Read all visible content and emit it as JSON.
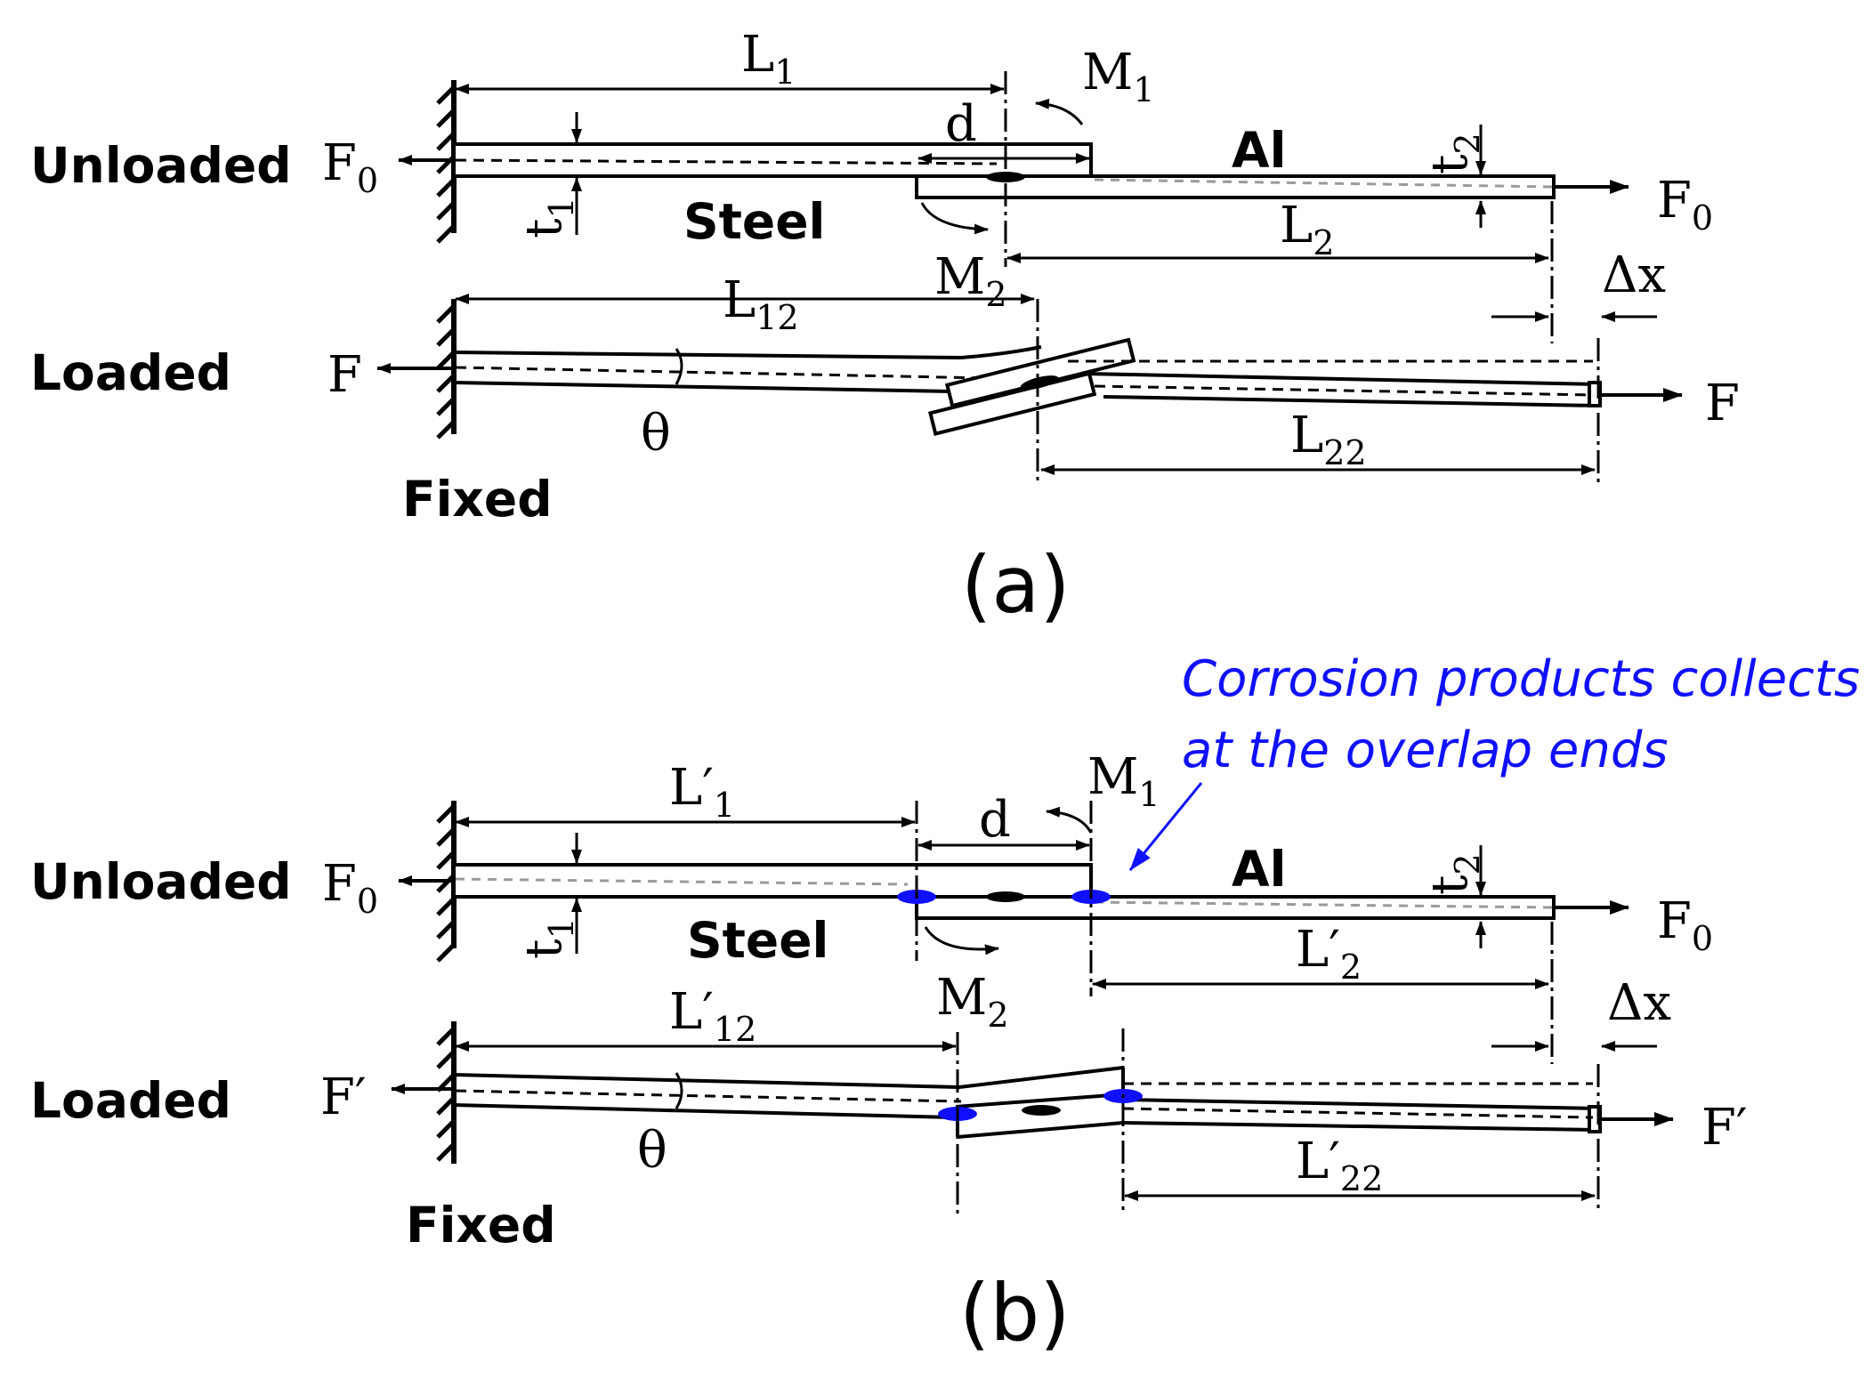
{
  "panel_a": {
    "caption": "(a)",
    "row_labels": {
      "unloaded": "Unloaded",
      "loaded": "Loaded",
      "fixed": "Fixed"
    },
    "materials": {
      "steel": "Steel",
      "al": "Al"
    },
    "symbols": {
      "L1": {
        "main": "L",
        "sub": "1"
      },
      "d": "d",
      "M1": {
        "main": "M",
        "sub": "1"
      },
      "M2": {
        "main": "M",
        "sub": "2"
      },
      "t1": {
        "main": "t",
        "sub": "1"
      },
      "t2": {
        "main": "t",
        "sub": "2"
      },
      "L2": {
        "main": "L",
        "sub": "2"
      },
      "L12": {
        "main": "L",
        "sub": "12"
      },
      "L22": {
        "main": "L",
        "sub": "22"
      },
      "F0_left": {
        "main": "F",
        "sub": "0"
      },
      "F0_right": {
        "main": "F",
        "sub": "0"
      },
      "F_left": "F",
      "F_right": "F",
      "theta": "θ",
      "dx": "Δx"
    }
  },
  "panel_b": {
    "caption": "(b)",
    "row_labels": {
      "unloaded": "Unloaded",
      "loaded": "Loaded",
      "fixed": "Fixed"
    },
    "materials": {
      "steel": "Steel",
      "al": "Al"
    },
    "annotation": [
      "Corrosion products collects",
      "at the overlap ends"
    ],
    "symbols": {
      "L1p": {
        "main": "L′",
        "sub": "1"
      },
      "d": "d",
      "M1": {
        "main": "M",
        "sub": "1"
      },
      "M2": {
        "main": "M",
        "sub": "2"
      },
      "t1": {
        "main": "t",
        "sub": "1"
      },
      "t2": {
        "main": "t",
        "sub": "2"
      },
      "L2p": {
        "main": "L′",
        "sub": "2"
      },
      "L12p": {
        "main": "L′",
        "sub": "12"
      },
      "L22p": {
        "main": "L′",
        "sub": "22"
      },
      "F0_left": {
        "main": "F",
        "sub": "0"
      },
      "F0_right": {
        "main": "F",
        "sub": "0"
      },
      "Fp_left": "F′",
      "Fp_right": "F′",
      "theta": "θ",
      "dx": "Δx"
    }
  },
  "colors": {
    "ink": "#000000",
    "corrosion": "#1010ff",
    "centerline_grey": "#9a9a9a"
  }
}
